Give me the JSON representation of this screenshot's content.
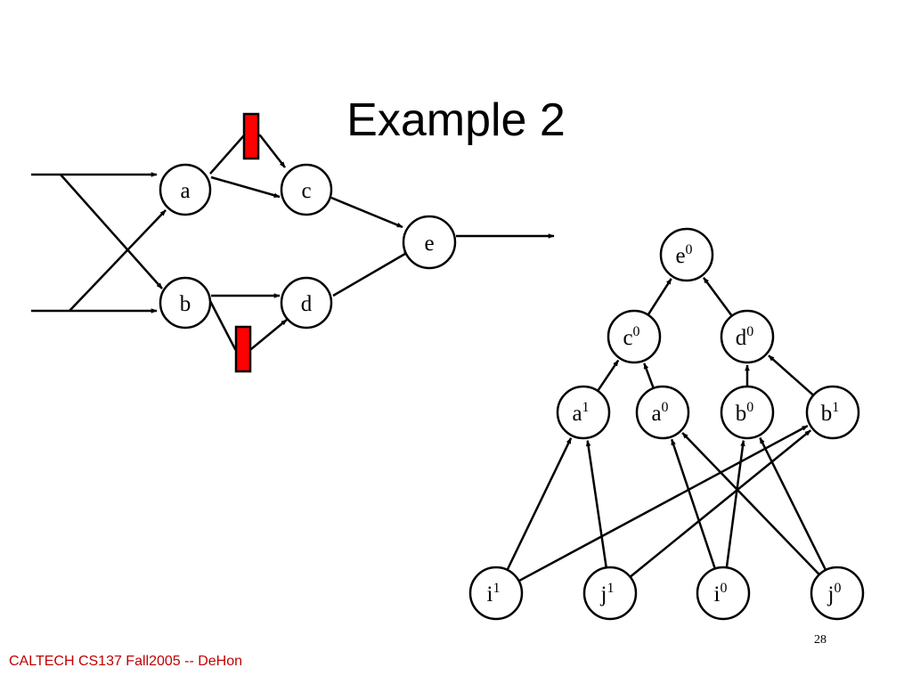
{
  "slide": {
    "title": "Example 2",
    "footer": "CALTECH CS137 Fall2005 -- DeHon",
    "page_number": "28"
  },
  "colors": {
    "footer_text": "#c00000",
    "register": "#ff0000",
    "ink": "#000000"
  },
  "circuit": {
    "nodes": {
      "a": "a",
      "b": "b",
      "c": "c",
      "d": "d",
      "e": "e"
    },
    "registers": 2
  },
  "unrolled": {
    "nodes": [
      {
        "id": "e0",
        "base": "e",
        "sup": "0"
      },
      {
        "id": "c0",
        "base": "c",
        "sup": "0"
      },
      {
        "id": "d0",
        "base": "d",
        "sup": "0"
      },
      {
        "id": "a1",
        "base": "a",
        "sup": "1"
      },
      {
        "id": "a0",
        "base": "a",
        "sup": "0"
      },
      {
        "id": "b0",
        "base": "b",
        "sup": "0"
      },
      {
        "id": "b1",
        "base": "b",
        "sup": "1"
      },
      {
        "id": "i1",
        "base": "i",
        "sup": "1"
      },
      {
        "id": "j1",
        "base": "j",
        "sup": "1"
      },
      {
        "id": "i0",
        "base": "i",
        "sup": "0"
      },
      {
        "id": "j0",
        "base": "j",
        "sup": "0"
      }
    ],
    "edges": [
      [
        "c0",
        "e0"
      ],
      [
        "d0",
        "e0"
      ],
      [
        "a1",
        "c0"
      ],
      [
        "a0",
        "c0"
      ],
      [
        "b0",
        "d0"
      ],
      [
        "b1",
        "d0"
      ],
      [
        "i1",
        "a1"
      ],
      [
        "i1",
        "b1"
      ],
      [
        "j1",
        "a1"
      ],
      [
        "j1",
        "b1"
      ],
      [
        "i0",
        "a0"
      ],
      [
        "i0",
        "b0"
      ],
      [
        "j0",
        "a0"
      ],
      [
        "j0",
        "b0"
      ]
    ]
  }
}
